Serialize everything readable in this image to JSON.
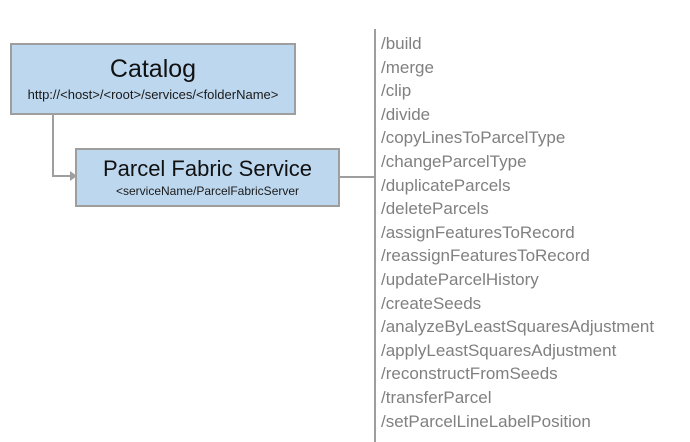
{
  "diagram": {
    "type": "service-endpoint-diagram",
    "background_color": "#ffffff",
    "node_fill_color": "#bdd7ee",
    "node_border_color": "#9e9e9e",
    "connector_color": "#9e9e9e",
    "operation_text_color": "#808080"
  },
  "nodes": {
    "catalog": {
      "title": "Catalog",
      "url": "http://<host>/<root>/services/<folderName>"
    },
    "service": {
      "title": "Parcel Fabric Service",
      "url": "<serviceName/ParcelFabricServer"
    }
  },
  "operations": [
    {
      "label": "/build"
    },
    {
      "label": "/merge"
    },
    {
      "label": "/clip"
    },
    {
      "label": "/divide"
    },
    {
      "label": "/copyLinesToParcelType"
    },
    {
      "label": "/changeParcelType"
    },
    {
      "label": "/duplicateParcels"
    },
    {
      "label": "/deleteParcels"
    },
    {
      "label": "/assignFeaturesToRecord"
    },
    {
      "label": "/reassignFeaturesToRecord"
    },
    {
      "label": "/updateParcelHistory"
    },
    {
      "label": "/createSeeds"
    },
    {
      "label": "/analyzeByLeastSquaresAdjustment"
    },
    {
      "label": "/applyLeastSquaresAdjustment"
    },
    {
      "label": "/reconstructFromSeeds"
    },
    {
      "label": "/transferParcel"
    },
    {
      "label": "/setParcelLineLabelPosition"
    }
  ]
}
